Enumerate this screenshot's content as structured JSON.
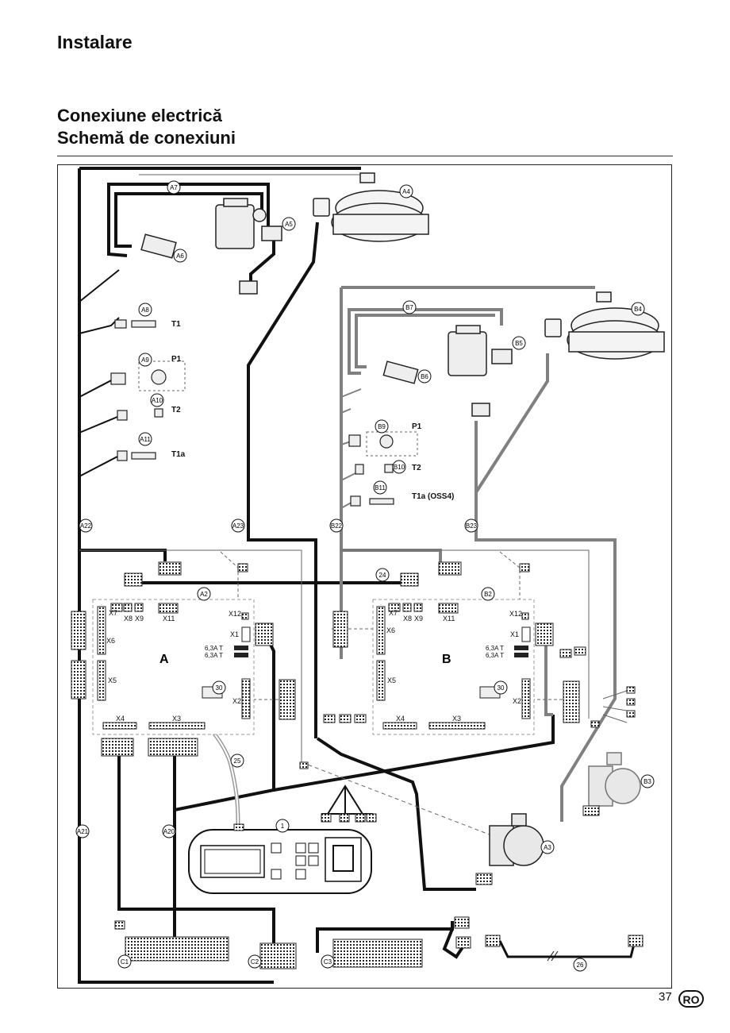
{
  "header": {
    "section": "Instalare",
    "title_line1": "Conexiune electrică",
    "title_line2": "Schemă de conexiuni"
  },
  "footer": {
    "page_number": "37",
    "language": "RO"
  },
  "colors": {
    "circuit_a": "#111111",
    "circuit_b": "#808080",
    "thin": "#555555"
  },
  "callouts": {
    "A2": "A2",
    "A3": "A3",
    "A4": "A4",
    "A5": "A5",
    "A6": "A6",
    "A7": "A7",
    "A8": "A8",
    "A9": "A9",
    "A10": "A10",
    "A11": "A11",
    "A20": "A20",
    "A21": "A21",
    "A22": "A22",
    "A23": "A23",
    "B2": "B2",
    "B3": "B3",
    "B4": "B4",
    "B5": "B5",
    "B6": "B6",
    "B7": "B7",
    "B9": "B9",
    "B10": "B10",
    "B11": "B11",
    "B22": "B22",
    "B23": "B23",
    "C1": "C1",
    "C2": "C2",
    "C3": "C3",
    "n1": "1",
    "n24": "24",
    "n25": "25",
    "n26": "26",
    "n30a": "30",
    "n30b": "30"
  },
  "sensor_labels": {
    "T1": "T1",
    "P1a": "P1",
    "T2a": "T2",
    "T1a": "T1a",
    "P1b": "P1",
    "T2b": "T2",
    "T1a_oss4": "T1a (OSS4)"
  },
  "board_a": {
    "letter": "A",
    "connectors": {
      "X7": "X7",
      "X8": "X8",
      "X9": "X9",
      "X11": "X11",
      "X12": "X12",
      "X1": "X1",
      "X6": "X6",
      "X5": "X5",
      "X2": "X2",
      "X4": "X4",
      "X3": "X3"
    },
    "fuse1": "6,3A T",
    "fuse2": "6,3A T"
  },
  "board_b": {
    "letter": "B",
    "connectors": {
      "X7": "X7",
      "X8": "X8",
      "X9": "X9",
      "X11": "X11",
      "X12": "X12",
      "X1": "X1",
      "X6": "X6",
      "X5": "X5",
      "X2": "X2",
      "X4": "X4",
      "X3": "X3"
    },
    "fuse1": "6,3A T",
    "fuse2": "6,3A T"
  }
}
